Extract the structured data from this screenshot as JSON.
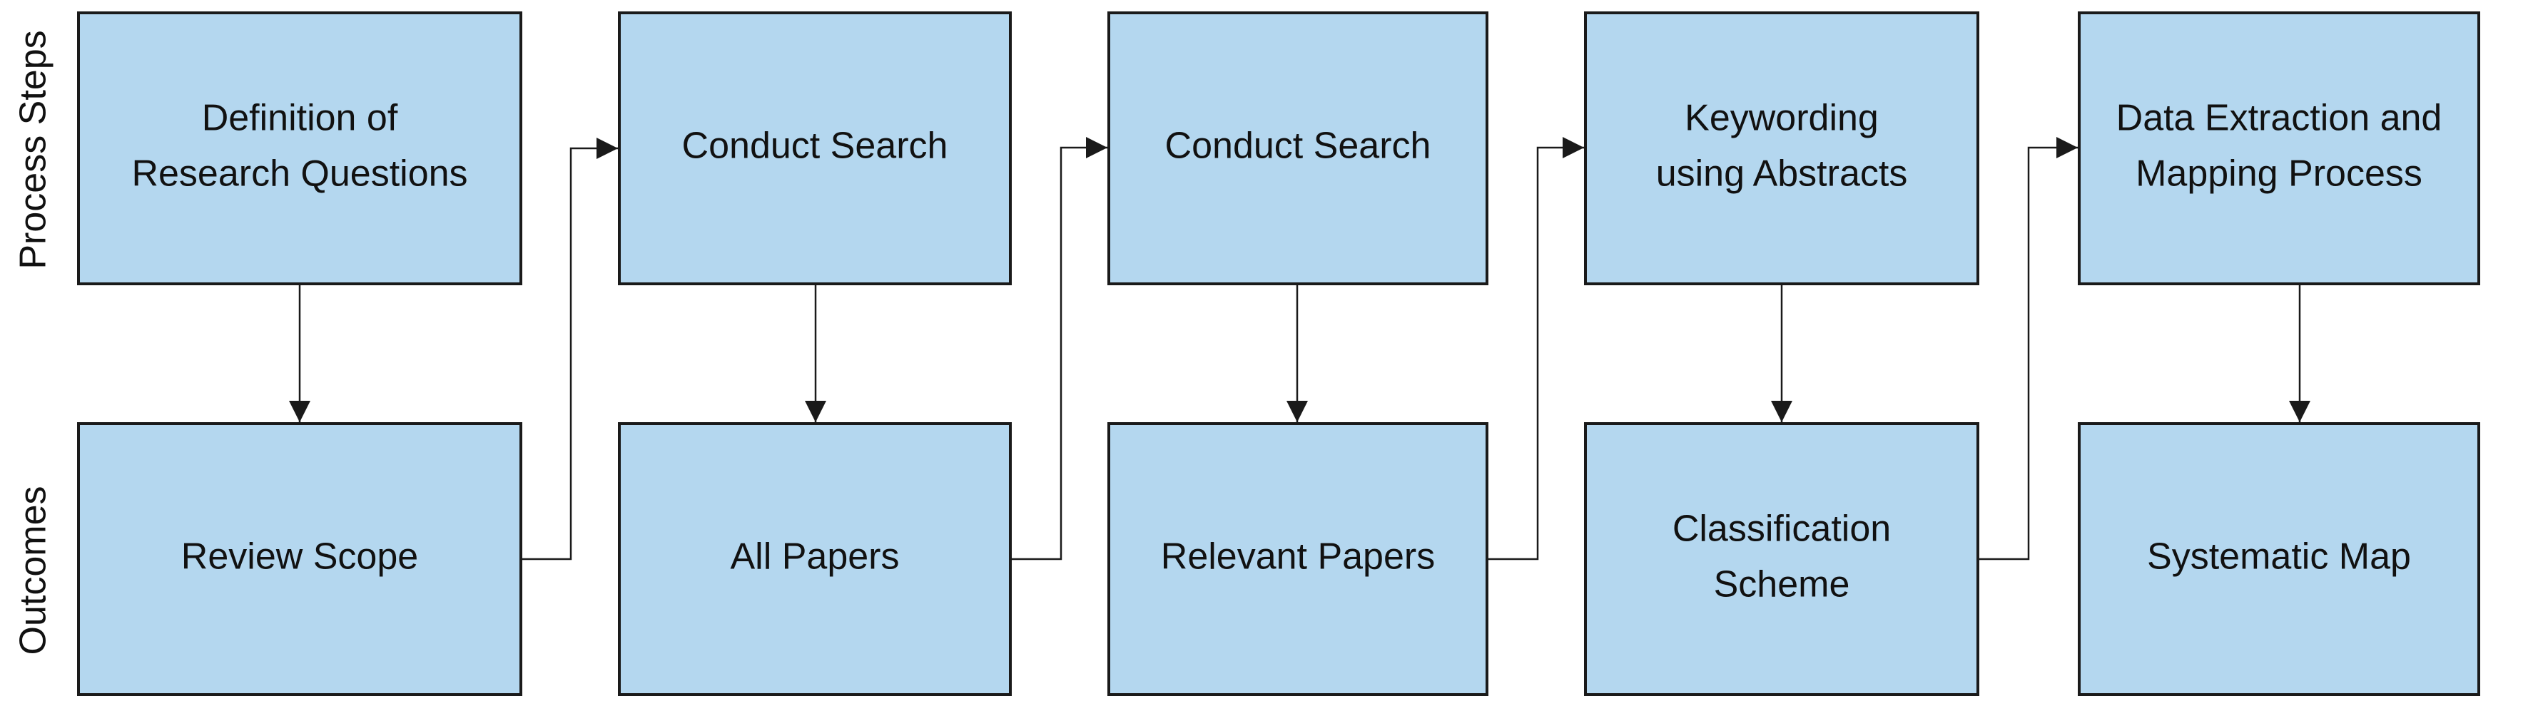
{
  "row_labels": {
    "process_steps": "Process Steps",
    "outcomes": "Outcomes"
  },
  "process_steps": [
    {
      "lines": [
        "Definition of",
        "Research Questions"
      ]
    },
    {
      "lines": [
        "Conduct Search"
      ]
    },
    {
      "lines": [
        "Conduct Search"
      ]
    },
    {
      "lines": [
        "Keywording",
        "using Abstracts"
      ]
    },
    {
      "lines": [
        "Data Extraction and",
        "Mapping Process"
      ]
    }
  ],
  "outcomes": [
    {
      "lines": [
        "Review Scope"
      ]
    },
    {
      "lines": [
        "All Papers"
      ]
    },
    {
      "lines": [
        "Relevant Papers"
      ]
    },
    {
      "lines": [
        "Classification",
        "Scheme"
      ]
    },
    {
      "lines": [
        "Systematic Map"
      ]
    }
  ]
}
